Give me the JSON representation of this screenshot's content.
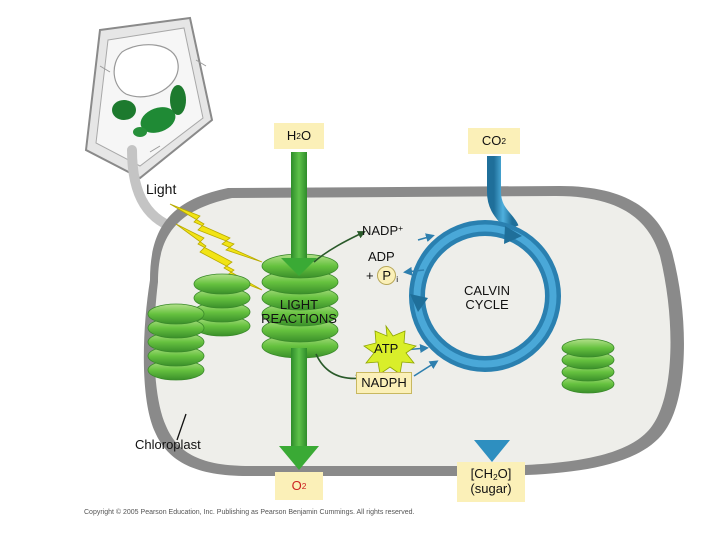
{
  "labels": {
    "water": {
      "main": "H",
      "sub": "2",
      "tail": "O"
    },
    "carbon_dioxide": {
      "main": "CO",
      "sub": "2"
    },
    "light": "Light",
    "nadp_plus": {
      "main": "NADP",
      "sup": "+"
    },
    "adp": "ADP",
    "pi": {
      "prefix": "+ ",
      "main": "P",
      "sub": "i"
    },
    "light_reactions": [
      "LIGHT",
      "REACTIONS"
    ],
    "calvin_cycle": [
      "CALVIN",
      "CYCLE"
    ],
    "atp": "ATP",
    "nadph": "NADPH",
    "chloroplast": "Chloroplast",
    "oxygen": {
      "main": "O",
      "sub": "2"
    },
    "sugar": {
      "line1_main": "[CH",
      "line1_sub": "2",
      "line1_tail": "O]",
      "line2": "(sugar)"
    }
  },
  "copyright": "Copyright © 2005 Pearson Education, Inc. Publishing as Pearson Benjamin Cummings. All rights reserved.",
  "colors": {
    "green_arrow": "#3aaa35",
    "blue_arrow": "#2e8fc0",
    "label_box": "#fbf0b8",
    "chloroplast_fill": "#eeeeea",
    "thylakoid": "#66c23f",
    "lightning": "#f2e415"
  }
}
